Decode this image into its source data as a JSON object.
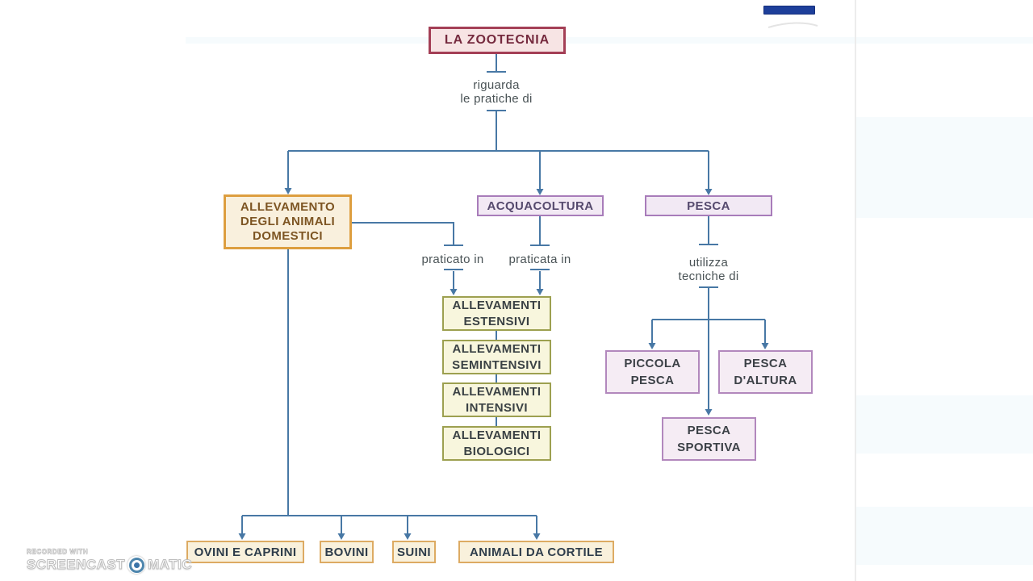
{
  "diagram": {
    "title": "LA ZOOTECNIA",
    "edge_labels": {
      "root": "riguarda\nle pratiche di",
      "allevamento": "praticato in",
      "acquacoltura": "praticata in",
      "pesca": "utilizza\ntecniche di"
    },
    "branches": {
      "allevamento": "ALLEVAMENTO\nDEGLI ANIMALI\nDOMESTICI",
      "acquacoltura": "ACQUACOLTURA",
      "pesca": "PESCA"
    },
    "farming_types": [
      {
        "label": "ALLEVAMENTI\nESTENSIVI"
      },
      {
        "label": "ALLEVAMENTI\nSEMINTENSIVI"
      },
      {
        "label": "ALLEVAMENTI\nINTENSIVI"
      },
      {
        "label": "ALLEVAMENTI\nBIOLOGICI"
      }
    ],
    "fishing_types": [
      {
        "label": "PICCOLA\nPESCA"
      },
      {
        "label": "PESCA\nD'ALTURA"
      },
      {
        "label": "PESCA\nSPORTIVA"
      }
    ],
    "animal_categories": [
      {
        "label": "OVINI E CAPRINI"
      },
      {
        "label": "BOVINI"
      },
      {
        "label": "SUINI"
      },
      {
        "label": "ANIMALI DA CORTILE"
      }
    ],
    "colors": {
      "connector": "#4878a5",
      "root_border": "#a43f56",
      "root_bg": "#f7e4e4",
      "orange_border": "#dd9e3f",
      "orange_bg": "#f9f0dd",
      "purple_border": "#a87cba",
      "purple_bg": "#f2e9f4",
      "olive_border": "#9da050",
      "olive_bg": "#f8f6dd",
      "lilac_border": "#b288bd",
      "lilac_bg": "#f5ecf4",
      "tan_border": "#ddab63",
      "tan_bg": "#f9f1dc",
      "highlight_bar": "#1d3f9a"
    }
  },
  "watermark": {
    "recorded_with": "RECORDED WITH",
    "brand_left": "SCREENCAST",
    "brand_right": "MATIC"
  }
}
